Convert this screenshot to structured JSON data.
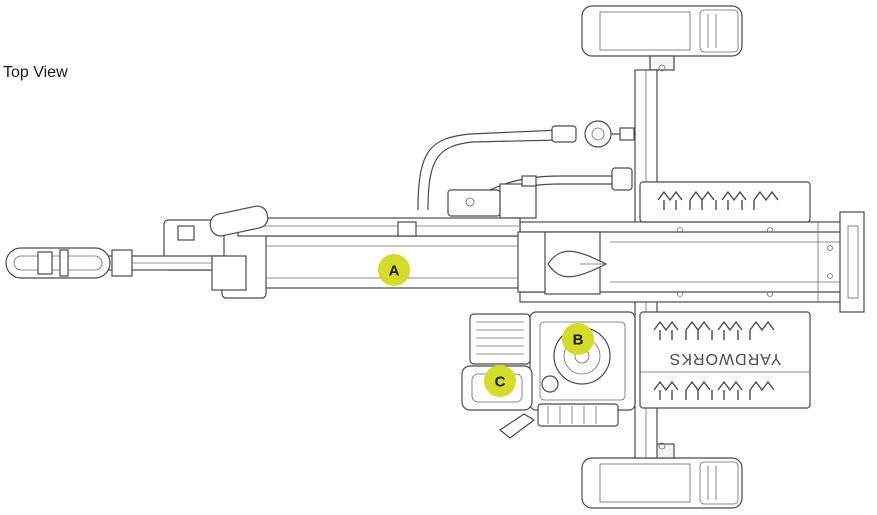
{
  "caption": "Top View",
  "brand_text": "YARDWORKS",
  "callouts": [
    {
      "label": "A"
    },
    {
      "label": "B"
    },
    {
      "label": "C"
    }
  ],
  "accent_color": "#d3dc27"
}
